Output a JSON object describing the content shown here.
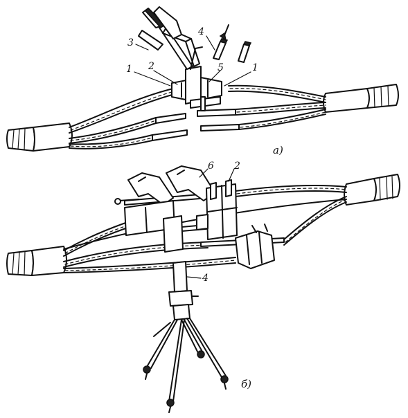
{
  "figure_a": {
    "caption": "а)",
    "labels": {
      "l1_left": "1",
      "l2": "2",
      "l3": "3",
      "l4": "4",
      "l5": "5",
      "l1_right": "1"
    }
  },
  "figure_b": {
    "caption": "б)",
    "labels": {
      "l6": "6",
      "l2": "2",
      "l4": "4"
    }
  },
  "colors": {
    "ink": "#111111",
    "paper": "#ffffff"
  }
}
